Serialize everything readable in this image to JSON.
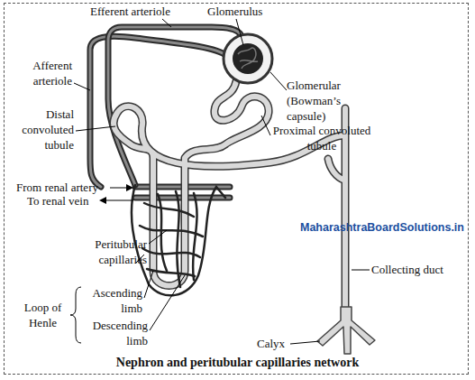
{
  "diagram": {
    "caption": "Nephron and peritubular capillaries network",
    "labels": [
      "Efferent arteriole",
      "Glomerulus",
      "Afferent arteriole",
      "Glomerular (Bowman’s capsule)",
      "Distal convoluted tubule",
      "Proximal convoluted tubule",
      "From renal artery",
      "To renal vein",
      "Peritubular capillaries",
      "Ascending limb",
      "Descending limb",
      "Loop of Henle",
      "Collecting duct",
      "Calyx",
      "MaharashtraBoardSolutions.in"
    ]
  }
}
